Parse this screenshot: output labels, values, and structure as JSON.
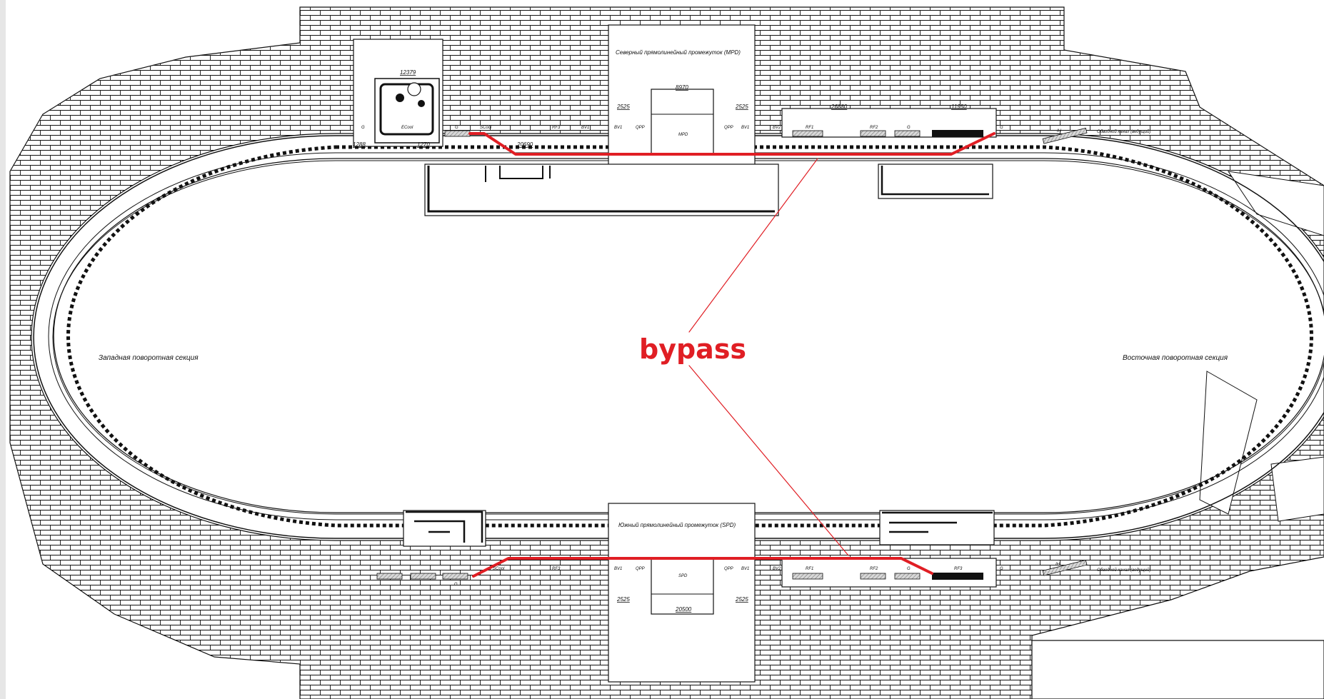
{
  "labels": {
    "west_section": "Западная поворотная секция",
    "east_section": "Восточная поворотная секция",
    "north_straight": "Северный прямолинейный промежуток (MPD)",
    "south_straight": "Южный прямолинейный промежуток (SPD)",
    "bypass": "bypass"
  },
  "north": {
    "dim_12379": "12379",
    "dim_1288": "1288",
    "dim_1270": "1270",
    "dim_20690": "20690",
    "dim_8970": "8970",
    "dim_2525_left": "2525",
    "dim_2525_right": "2525",
    "dim_26880": "26880",
    "dim_11950": "11950",
    "ecool": "ECool",
    "scool": "SCool",
    "mpd": "MPD",
    "rf3": "RF3",
    "rf1": "RF1",
    "rf2": "RF2",
    "bv1_a": "BV1",
    "bv1_b": "BV1",
    "bv1_c": "BV1",
    "bv2": "BV2",
    "qpp_a": "QPP",
    "qpp_b": "QPP",
    "g_a": "G",
    "g_b": "G",
    "g_c": "G",
    "g_d": "G",
    "ih": "IH",
    "ih_note": "Обводной канал (ведущий)"
  },
  "south": {
    "dim_20500": "20500",
    "dim_2525_left": "2525",
    "dim_2525_right": "2525",
    "spd": "SPD",
    "rf1": "RF1",
    "rf2": "RF2",
    "rf3": "RF3",
    "rf3b": "RF3",
    "bv1_a": "BV1",
    "bv1_b": "BV1",
    "bv2": "BV2",
    "qpp_a": "QPP",
    "qpp_b": "QPP",
    "scool": "SCool",
    "g_a": "G",
    "g_b": "G",
    "g_c": "G",
    "ih": "IH",
    "ih_note": "Обводной канал (ведущий)"
  },
  "colors": {
    "bypass": "#e01e24",
    "line": "#111111",
    "brick_fill": "#ffffff",
    "hatch": "#9a9a9a"
  }
}
